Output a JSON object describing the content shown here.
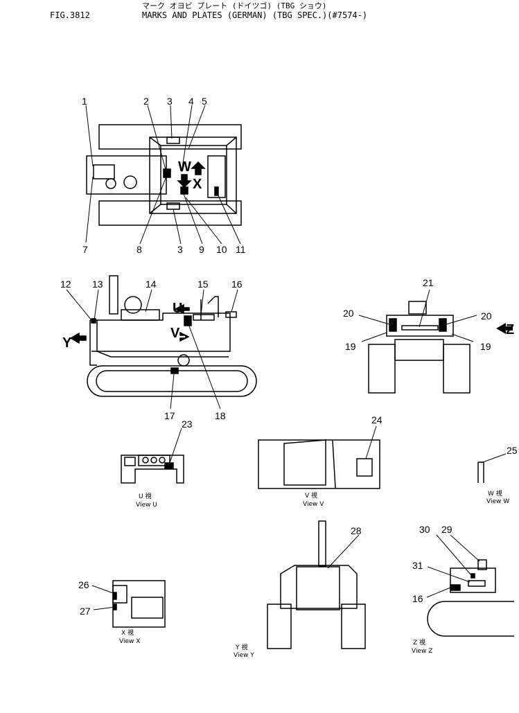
{
  "header": {
    "fig_id": "FIG.3812",
    "title_jp": "マーク オヨビ プレート (ドイツゴ) (TBG ショウ)",
    "title_en": "MARKS AND PLATES (GERMAN) (TBG SPEC.)(#7574-)"
  },
  "callouts": [
    "1",
    "2",
    "3",
    "4",
    "5",
    "7",
    "8",
    "3",
    "9",
    "10",
    "11",
    "12",
    "13",
    "14",
    "15",
    "16",
    "17",
    "18",
    "19",
    "19",
    "20",
    "20",
    "21",
    "23",
    "24",
    "25",
    "26",
    "27",
    "28",
    "29",
    "30",
    "31",
    "16"
  ],
  "arrow_letters": {
    "w": "W",
    "x": "X",
    "u": "U",
    "v": "V",
    "y": "Y",
    "z": "Z"
  },
  "views": {
    "u": {
      "jp": "U 視",
      "en": "View U"
    },
    "v": {
      "jp": "V 視",
      "en": "View V"
    },
    "w": {
      "jp": "W 視",
      "en": "View W"
    },
    "x": {
      "jp": "X 視",
      "en": "View X"
    },
    "y": {
      "jp": "Y 視",
      "en": "View Y"
    },
    "z": {
      "jp": "Z 視",
      "en": "View Z"
    }
  }
}
